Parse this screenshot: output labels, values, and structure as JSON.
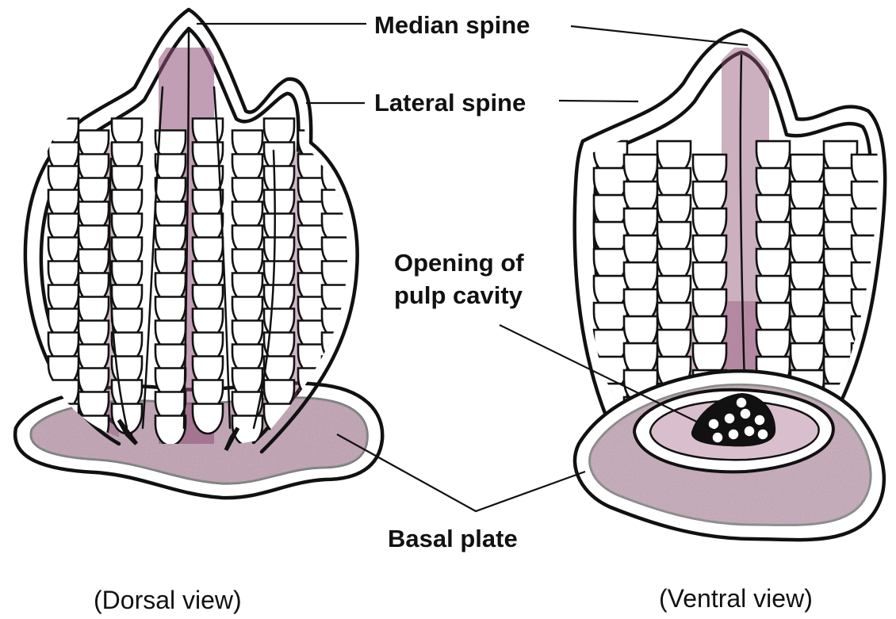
{
  "labels": {
    "median_spine": "Median spine",
    "lateral_spine": "Lateral spine",
    "pulp_opening_line1": "Opening of",
    "pulp_opening_line2": "pulp cavity",
    "basal_plate": "Basal plate"
  },
  "captions": {
    "dorsal": "(Dorsal view)",
    "ventral": "(Ventral view)"
  },
  "colors": {
    "ink": "#111111",
    "shading": "#8e4f74",
    "background": "#ffffff"
  }
}
